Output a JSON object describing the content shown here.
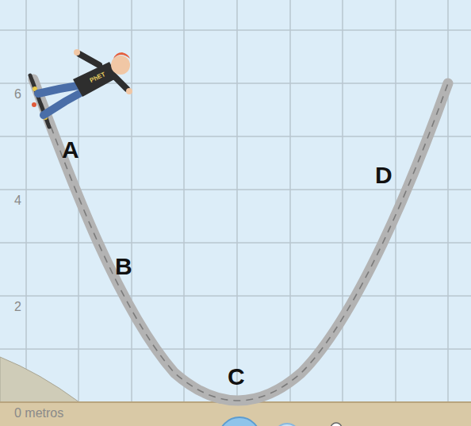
{
  "diagram": {
    "labels": [
      "6",
      "4",
      "2",
      "0 metros",
      "A",
      "B",
      "C",
      "D",
      "PhET"
    ]
  }
}
